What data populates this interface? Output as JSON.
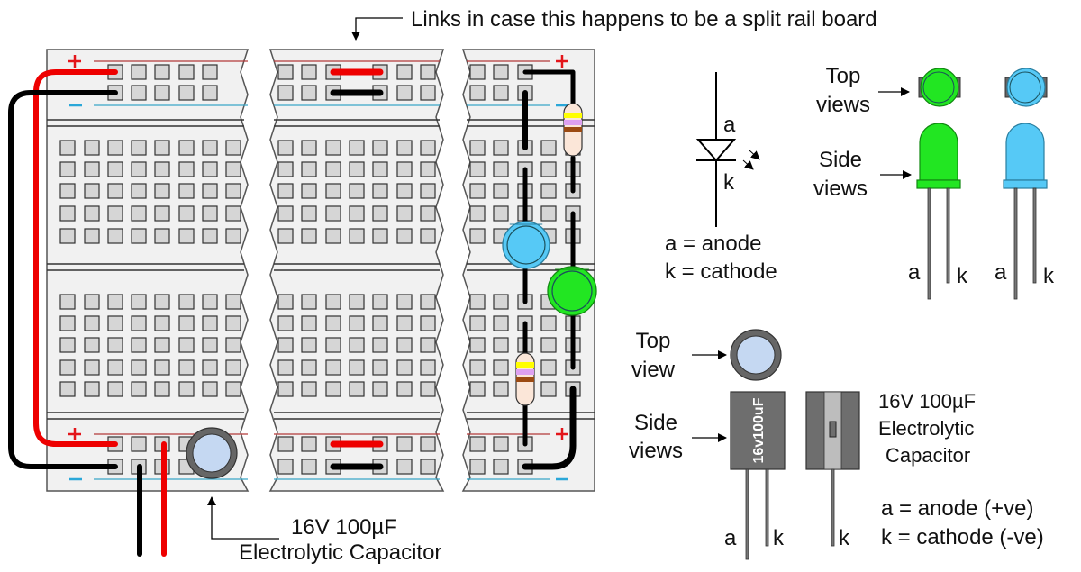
{
  "title_annotation": "Links in case this happens to be a split rail board",
  "breadboard": {
    "rail_plus_symbol": "+",
    "rail_minus_symbol": "−",
    "colors": {
      "board": "#f1f1f1",
      "hole": "#d6d6d6",
      "rail_red_line": "#b33a3a",
      "rail_blue_line": "#3aa6c8",
      "plus": "#e3151a",
      "minus": "#2aa7d8",
      "wire_red": "#ee0000",
      "wire_black": "#000000"
    }
  },
  "bottom_capacitor_label": {
    "line1": "16V 100µF",
    "line2": "Electrolytic Capacitor"
  },
  "led_symbol": {
    "anode_letter": "a",
    "cathode_letter": "k",
    "legend_line1": "a = anode",
    "legend_line2": "k = cathode"
  },
  "led_views": {
    "top_label_line1": "Top",
    "top_label_line2": "views",
    "side_label_line1": "Side",
    "side_label_line2": "views",
    "green_anode": "a",
    "green_cathode": "k",
    "blue_anode": "a",
    "blue_cathode": "k",
    "colors": {
      "green": "#22e622",
      "blue": "#56c9f6"
    }
  },
  "capacitor_views": {
    "top_label_line1": "Top",
    "top_label_line2": "view",
    "side_label_line1": "Side",
    "side_label_line2": "views",
    "body_marking": "16v100uF",
    "anode_letter": "a",
    "cathode_letter": "k",
    "side2_cathode_letter": "k",
    "name_line1": "16V 100µF",
    "name_line2": "Electrolytic",
    "name_line3": "Capacitor",
    "legend_line1": "a = anode (+ve)",
    "legend_line2": "k = cathode (-ve)"
  },
  "resistor": {
    "bands": [
      "#ffff00",
      "#dda0f0",
      "#9b4a12"
    ],
    "body_color": "#fbe6d8"
  }
}
